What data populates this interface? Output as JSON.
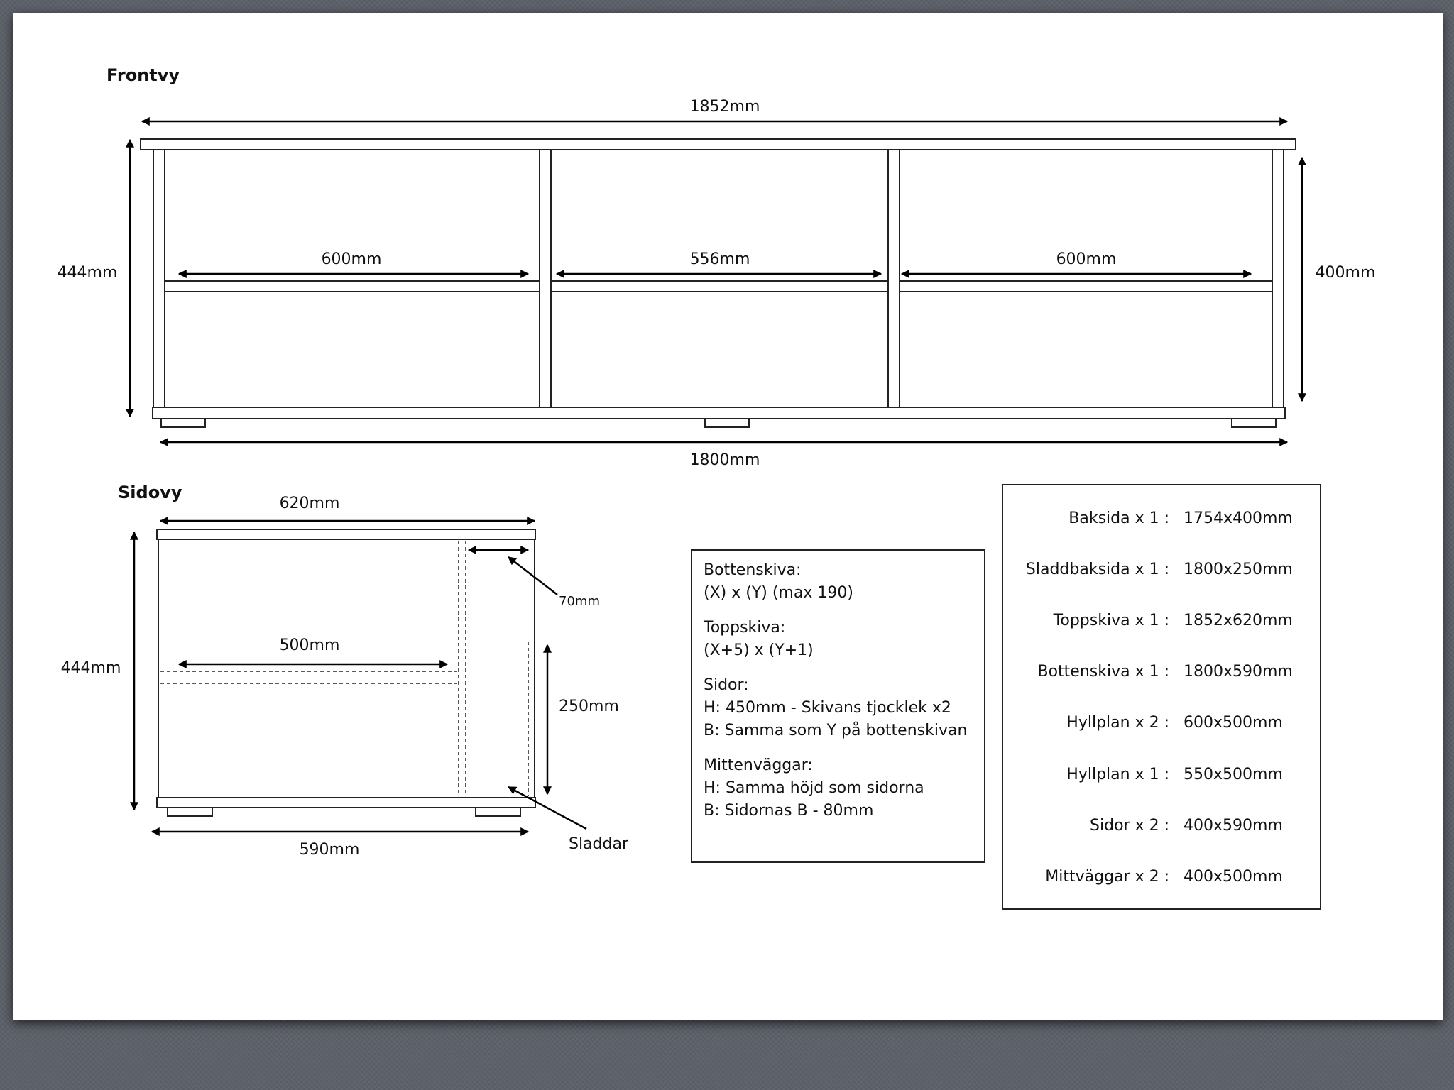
{
  "front_view": {
    "title": "Frontvy",
    "dim_total_width": "1852mm",
    "dim_base_width": "1800mm",
    "dim_height": "444mm",
    "dim_inner_height": "400mm",
    "dim_left": "600mm",
    "dim_middle": "556mm",
    "dim_right": "600mm"
  },
  "side_view": {
    "title": "Sidovy",
    "dim_top_depth": "620mm",
    "dim_bottom_depth": "590mm",
    "dim_height": "444mm",
    "dim_shelf": "500mm",
    "dim_gap": "70mm",
    "dim_cable": "250mm",
    "label_cables": "Sladdar"
  },
  "formulas": [
    {
      "heading": "Bottenskiva:",
      "lines": [
        "(X) x (Y) (max 190)"
      ]
    },
    {
      "heading": "Toppskiva:",
      "lines": [
        "(X+5) x (Y+1)"
      ]
    },
    {
      "heading": "Sidor:",
      "lines": [
        "H: 450mm - Skivans tjocklek x2",
        "B: Samma som Y på bottenskivan"
      ]
    },
    {
      "heading": "Mittenväggar:",
      "lines": [
        "H: Samma höjd som sidorna",
        "B: Sidornas B - 80mm"
      ]
    }
  ],
  "parts": [
    {
      "name": "Baksida x 1 :",
      "size": "1754x400mm"
    },
    {
      "name": "Sladdbaksida x 1 :",
      "size": "1800x250mm"
    },
    {
      "name": "Toppskiva x 1 :",
      "size": "1852x620mm"
    },
    {
      "name": "Bottenskiva x 1 :",
      "size": "1800x590mm"
    },
    {
      "name": "Hyllplan x 2 :",
      "size": "600x500mm"
    },
    {
      "name": "Hyllplan x 1 :",
      "size": "550x500mm"
    },
    {
      "name": "Sidor x 2 :",
      "size": "400x590mm"
    },
    {
      "name": "Mittväggar x 2 :",
      "size": "400x500mm"
    }
  ]
}
